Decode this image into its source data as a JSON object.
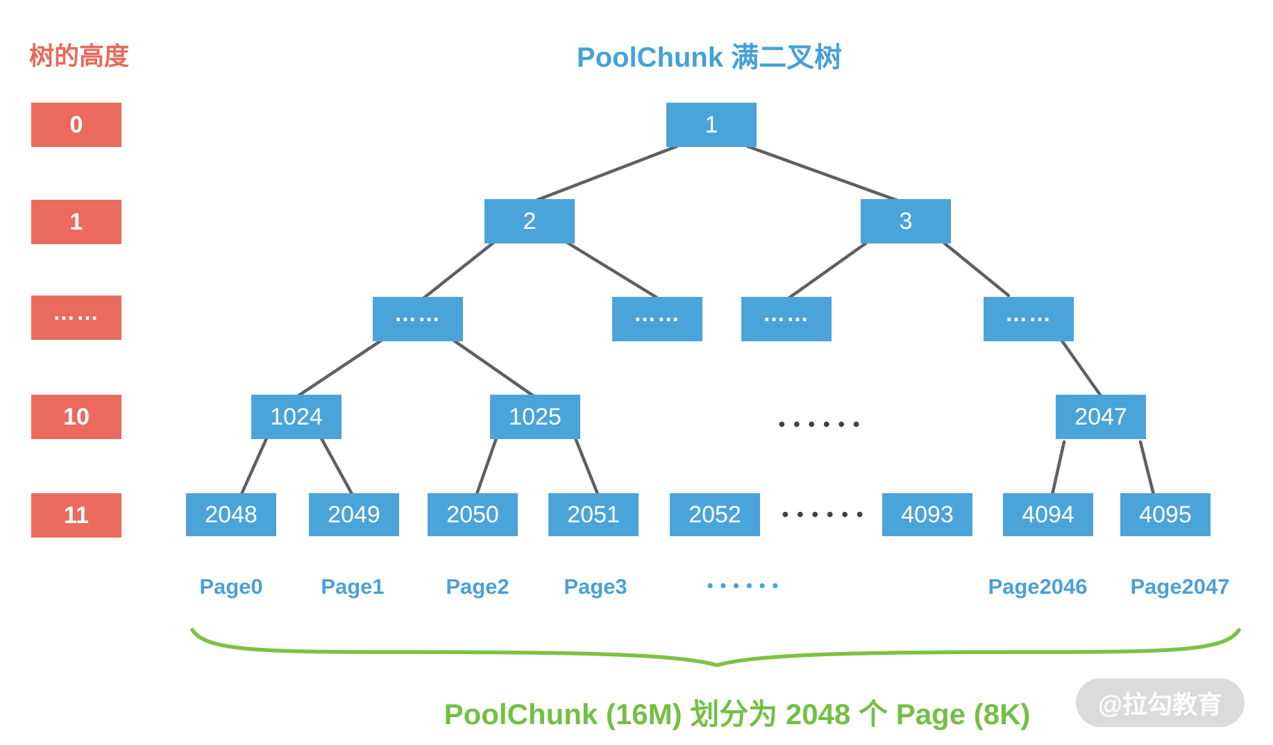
{
  "title": "PoolChunk 满二叉树",
  "legend": {
    "title": "树的高度",
    "items": [
      "0",
      "1",
      "……",
      "10",
      "11"
    ]
  },
  "tree": {
    "root": "1",
    "level_1": [
      "2",
      "3"
    ],
    "level_dots": [
      "……",
      "……",
      "……",
      "……"
    ],
    "level_10": [
      "1024",
      "1025",
      "2047"
    ],
    "level_10_gap_dots": "••••••",
    "level_11": [
      "2048",
      "2049",
      "2050",
      "2051",
      "2052",
      "4093",
      "4094",
      "4095"
    ],
    "level_11_gap_dots": "••••••"
  },
  "pages": {
    "labels": [
      "Page0",
      "Page1",
      "Page2",
      "Page3",
      "Page2046",
      "Page2047"
    ],
    "gap_dots": "••••••"
  },
  "caption": "PoolChunk (16M) 划分为 2048 个 Page (8K)",
  "watermark": "@拉勾教育",
  "colors": {
    "node_blue": "#4BA4D9",
    "legend_red": "#EA6B5E",
    "edge_gray": "#5E5E64",
    "dot_dark": "#3F3F43",
    "page_blue": "#4BA0D6",
    "green": "#7CC242",
    "title_blue": "#45A1D9"
  }
}
